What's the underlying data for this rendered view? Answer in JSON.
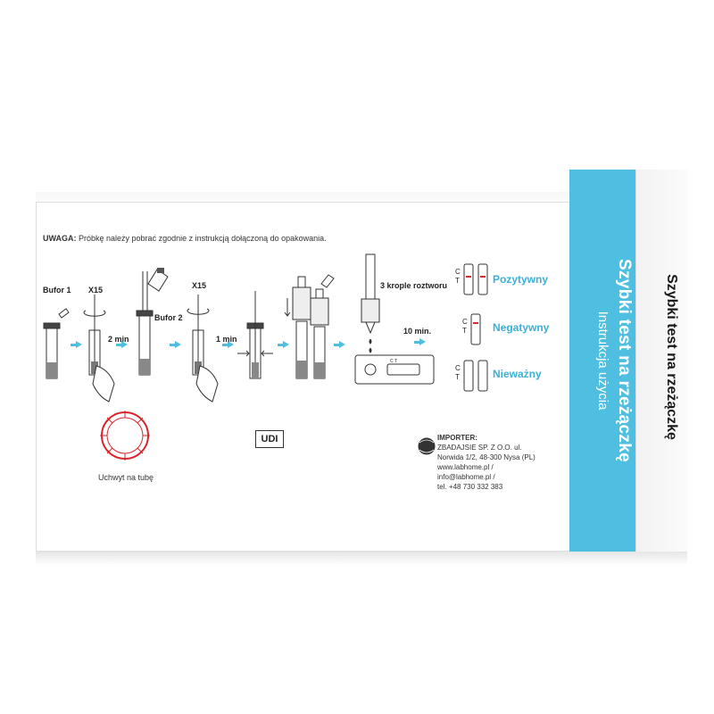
{
  "front": {
    "warning_label": "UWAGA:",
    "warning_text": "Próbkę należy pobrać zgodnie z instrukcją dołączoną do opakowania."
  },
  "steps": {
    "bufor1": "Bufor 1",
    "x15_a": "X15",
    "time_2min": "2 min",
    "bufor2": "Bufor 2",
    "x15_b": "X15",
    "time_1min": "1 min",
    "drops": "3 krople roztworu",
    "time_10min": "10 min.",
    "cassette_c": "C",
    "cassette_t": "T"
  },
  "results": [
    {
      "label": "Pozytywny",
      "c": "C",
      "t": "T"
    },
    {
      "label": "Negatywny",
      "c": "C",
      "t": "T"
    },
    {
      "label": "Nieważny",
      "c": "C",
      "t": "T"
    }
  ],
  "holder_label": "Uchwyt na tubę",
  "udi": "UDI",
  "importer": {
    "title": "IMPORTER:",
    "line1": "ZBADAJSIE SP. Z O.O. ul.",
    "line2": "Norwida 1/2, 48-300 Nysa (PL)",
    "line3": "www.labhome.pl /",
    "line4": "info@labhome.pl /",
    "line5": "tel. +48 730 332 383"
  },
  "band": {
    "title": "Szybki test na rzeżączkę",
    "subtitle": "Instrukcja użycia"
  },
  "side_title": "Szybki test na rzeżączkę",
  "colors": {
    "accent": "#4ebfe0",
    "positive_line": "#d9262c"
  }
}
